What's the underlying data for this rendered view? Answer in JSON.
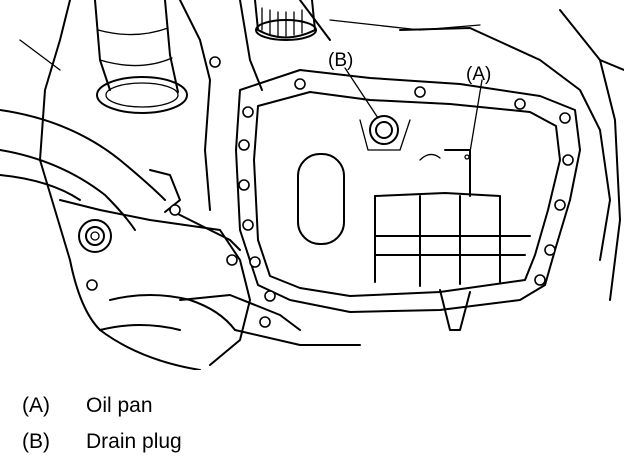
{
  "callouts": {
    "a": "(A)",
    "b": "(B)"
  },
  "legend": [
    {
      "key": "(A)",
      "label": "Oil pan"
    },
    {
      "key": "(B)",
      "label": "Drain plug"
    }
  ]
}
